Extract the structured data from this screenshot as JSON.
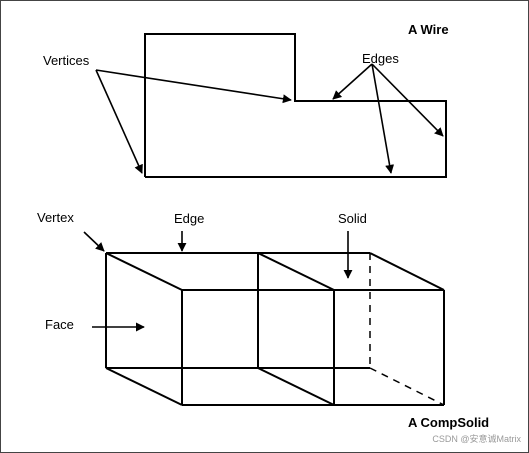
{
  "top_figure": {
    "title": "A Wire",
    "labels": {
      "vertices": "Vertices",
      "edges": "Edges"
    }
  },
  "bottom_figure": {
    "title": "A CompSolid",
    "labels": {
      "vertex": "Vertex",
      "edge": "Edge",
      "solid": "Solid",
      "face": "Face"
    }
  },
  "watermark": "CSDN @安意诚Matrix"
}
